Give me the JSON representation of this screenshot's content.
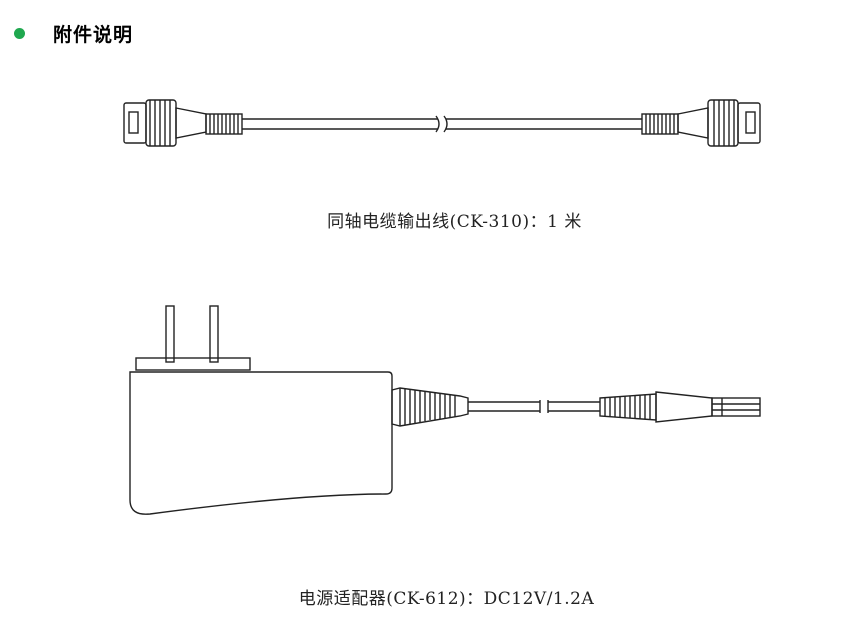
{
  "section": {
    "title": "附件说明",
    "bullet_color": "#1fa84f"
  },
  "accessories": [
    {
      "illustration": "coaxial-cable",
      "caption": "同轴电缆输出线(CK-310)：1 米"
    },
    {
      "illustration": "power-adapter",
      "caption": "电源适配器(CK-612)：DC12V/1.2A"
    }
  ]
}
